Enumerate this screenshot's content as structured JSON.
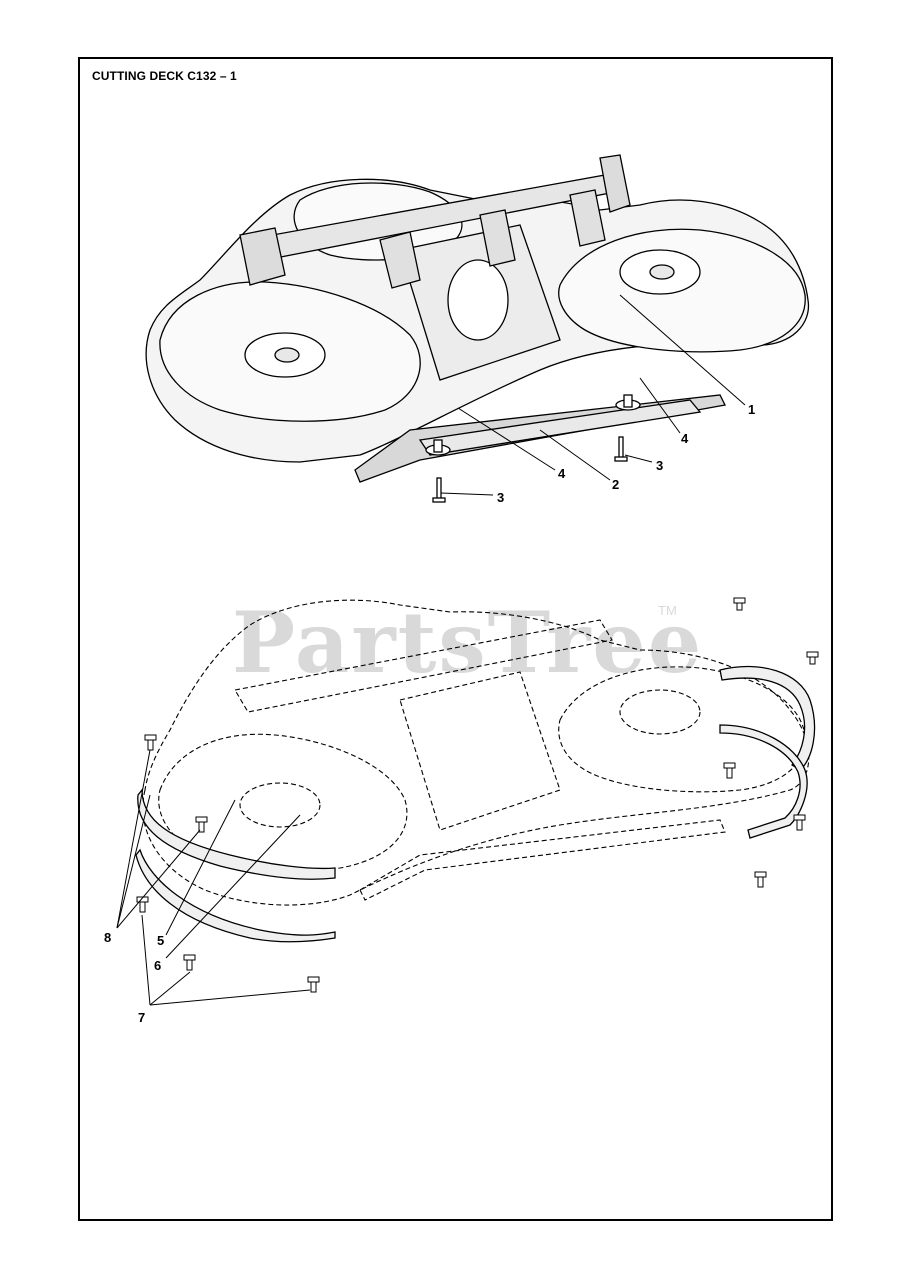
{
  "document": {
    "title": "CUTTING DECK C132 – 1"
  },
  "watermark": {
    "brand": "PartsTree",
    "trademark": "TM"
  },
  "callouts": {
    "top": [
      {
        "label": "1"
      },
      {
        "label": "4"
      },
      {
        "label": "3"
      },
      {
        "label": "4"
      },
      {
        "label": "2"
      },
      {
        "label": "3"
      }
    ],
    "bottom": [
      {
        "label": "8"
      },
      {
        "label": "5"
      },
      {
        "label": "6"
      },
      {
        "label": "7"
      }
    ]
  },
  "colors": {
    "line": "#000000",
    "deck_fill": "#f4f4f4",
    "watermark": "#d9d9d9"
  }
}
